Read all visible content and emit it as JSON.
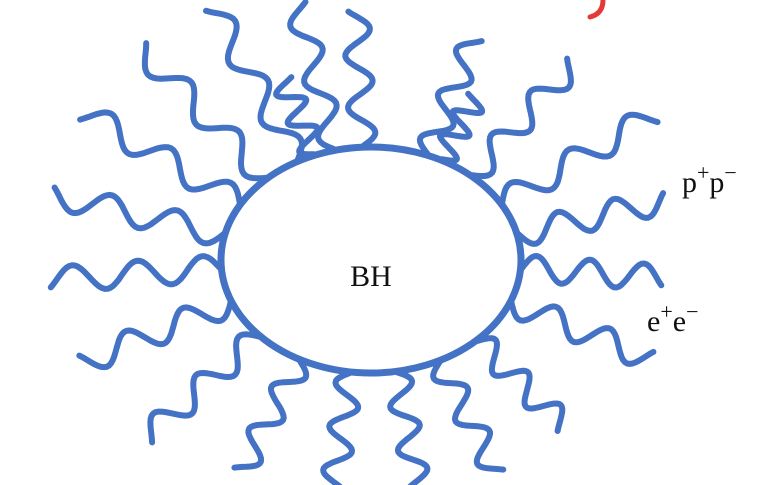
{
  "diagram": {
    "colors": {
      "wave": "#4472c4",
      "circle_stroke": "#4472c4",
      "text": "#111111",
      "fragment": "#e53935"
    },
    "black_hole_label": "BH",
    "pair_labels": [
      {
        "base1": "p",
        "sup1": "+",
        "base2": "p",
        "sup2": "−"
      },
      {
        "base1": "e",
        "sup1": "+",
        "base2": "e",
        "sup2": "−"
      }
    ],
    "wave_count": 22
  }
}
